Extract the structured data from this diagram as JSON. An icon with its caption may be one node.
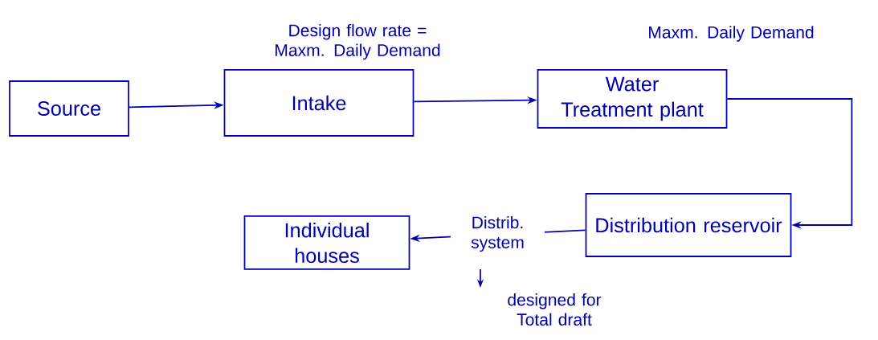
{
  "diagram": {
    "nodes": [
      {
        "text": [
          "Source"
        ]
      },
      {
        "text": [
          "Intake"
        ]
      },
      {
        "text": [
          "Water Treatment plant"
        ]
      },
      {
        "text": [
          "Distribution reservoir"
        ]
      },
      {
        "text": [
          "Individual houses"
        ]
      }
    ],
    "edges": [
      {
        "from": 0,
        "to": 1,
        "arrow": "to"
      },
      {
        "from": 1,
        "to": 2,
        "arrow": "to"
      },
      {
        "from": 2,
        "to": 3,
        "arrow": "to"
      },
      {
        "from": 3,
        "to": 4,
        "arrow": "to",
        "label": "Distrib. system"
      }
    ],
    "labels": [
      "Design flow rate = Maxm. Daily Demand",
      "Maxm. Daily Demand",
      "designed for Total draft"
    ]
  }
}
